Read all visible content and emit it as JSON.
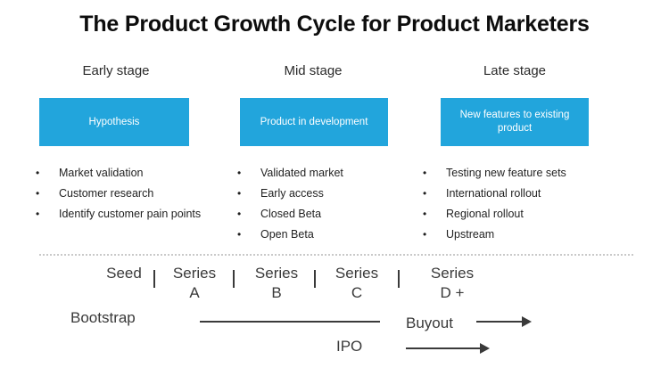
{
  "slide": {
    "title": "The Product Growth Cycle for Product Marketers",
    "accent_color": "#22a5dc",
    "text_color": "#3a3a3a",
    "divider_color": "#c9c9c9",
    "background_color": "#ffffff"
  },
  "stages": [
    {
      "header": "Early stage",
      "box_label": "Hypothesis",
      "bullet_marker": "•",
      "bullets": [
        "Market validation",
        "Customer research",
        "Identify customer pain points"
      ]
    },
    {
      "header": "Mid stage",
      "box_label": "Product in development",
      "bullet_marker": "•",
      "bullets": [
        "Validated market",
        "Early access",
        "Closed Beta",
        "Open Beta"
      ]
    },
    {
      "header": "Late stage",
      "box_label": "New features to existing product",
      "bullet_marker": "•",
      "bullets": [
        "Testing new feature sets",
        "International rollout",
        "Regional rollout",
        "Upstream"
      ]
    }
  ],
  "funding": {
    "rounds": [
      "Seed",
      "Series\nA",
      "Series\nB",
      "Series\nC",
      "Series\nD +"
    ],
    "separator": "|"
  },
  "paths": {
    "bootstrap": "Bootstrap",
    "ipo": "IPO",
    "buyout": "Buyout"
  }
}
